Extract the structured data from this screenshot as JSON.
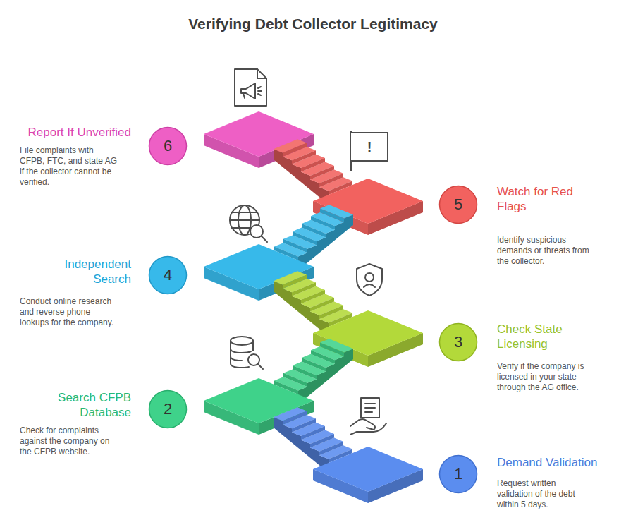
{
  "diagram": {
    "title": "Verifying Debt Collector Legitimacy",
    "nodes": [
      {
        "text": [
          "1",
          "Demand Validation",
          "Request written validation of the debt within 5 days."
        ]
      },
      {
        "text": [
          "2",
          "Search CFPB Database",
          "Check for complaints against the company on the CFPB website."
        ]
      },
      {
        "text": [
          "3",
          "Check State Licensing",
          "Verify if the company is licensed in your state through the AG office."
        ]
      },
      {
        "text": [
          "4",
          "Independent Search",
          "Conduct online research and reverse phone lookups for the company."
        ]
      },
      {
        "text": [
          "5",
          "Watch for Red Flags",
          "Identify suspicious demands or threats from the collector."
        ]
      },
      {
        "text": [
          "6",
          "Report If Unverified",
          "File complaints with CFPB, FTC, and state AG if the collector cannot be verified."
        ]
      }
    ],
    "labels": [
      "!"
    ]
  }
}
